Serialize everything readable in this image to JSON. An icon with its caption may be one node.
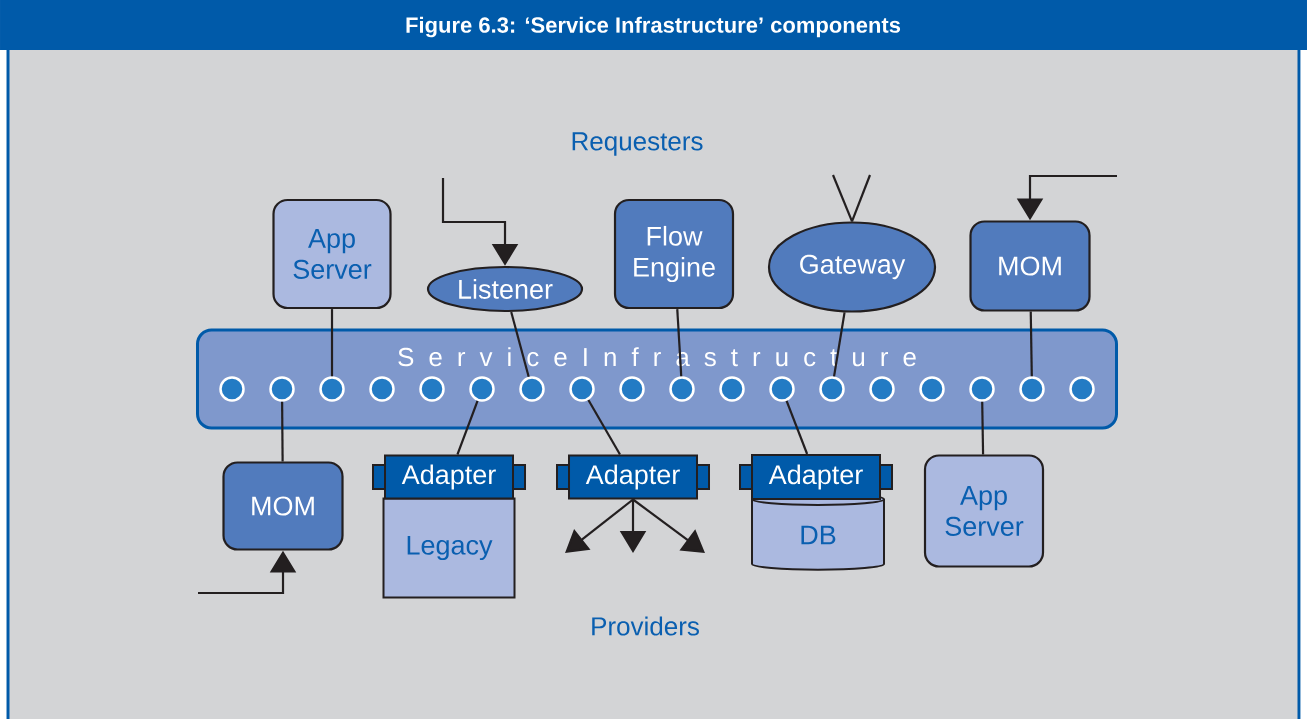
{
  "diagram": {
    "title": "Figure 6.3:  ‘Service Infrastructure’ components",
    "nodes": [
      {
        "text": [
          "S e r v i c e I n f r a s t r u c t u r e"
        ]
      },
      {
        "text": [],
        "shape": "circle",
        "in": 0
      },
      {
        "text": [],
        "shape": "circle",
        "in": 0
      },
      {
        "text": [],
        "shape": "circle",
        "in": 0
      },
      {
        "text": [],
        "shape": "circle",
        "in": 0
      },
      {
        "text": [],
        "shape": "circle",
        "in": 0
      },
      {
        "text": [],
        "shape": "circle",
        "in": 0
      },
      {
        "text": [],
        "shape": "circle",
        "in": 0
      },
      {
        "text": [],
        "shape": "circle",
        "in": 0
      },
      {
        "text": [],
        "shape": "circle",
        "in": 0
      },
      {
        "text": [],
        "shape": "circle",
        "in": 0
      },
      {
        "text": [],
        "shape": "circle",
        "in": 0
      },
      {
        "text": [],
        "shape": "circle",
        "in": 0
      },
      {
        "text": [],
        "shape": "circle",
        "in": 0
      },
      {
        "text": [],
        "shape": "circle",
        "in": 0
      },
      {
        "text": [],
        "shape": "circle",
        "in": 0
      },
      {
        "text": [],
        "shape": "circle",
        "in": 0
      },
      {
        "text": [],
        "shape": "circle",
        "in": 0
      },
      {
        "text": [],
        "shape": "circle",
        "in": 0
      },
      {
        "text": [
          "App Server"
        ]
      },
      {
        "text": [
          "Listener"
        ]
      },
      {
        "text": [
          "Flow Engine"
        ]
      },
      {
        "text": [
          "Gateway"
        ]
      },
      {
        "text": [
          "MOM"
        ]
      },
      {
        "text": [
          "MOM"
        ]
      },
      {
        "text": [
          "Adapter"
        ]
      },
      {
        "text": [
          "Legacy"
        ]
      },
      {
        "text": [
          "Adapter"
        ]
      },
      {
        "text": [
          "Adapter"
        ]
      },
      {
        "text": [
          "DB"
        ]
      },
      {
        "text": [
          "App Server"
        ]
      }
    ],
    "edges": [
      {
        "from": 19,
        "to": 3,
        "arrow": "none"
      },
      {
        "from": 20,
        "to": 7,
        "arrow": "none"
      },
      {
        "from": 21,
        "to": 10,
        "arrow": "none"
      },
      {
        "from": 22,
        "to": 13,
        "arrow": "none"
      },
      {
        "from": 23,
        "to": 17,
        "arrow": "none"
      },
      {
        "from": 2,
        "to": 24,
        "arrow": "none"
      },
      {
        "from": 6,
        "to": 25,
        "arrow": "none"
      },
      {
        "from": 8,
        "to": 27,
        "arrow": "none"
      },
      {
        "from": 12,
        "to": 28,
        "arrow": "none"
      },
      {
        "from": 16,
        "to": 30,
        "arrow": "none"
      },
      {
        "from": null,
        "to": 20,
        "arrow": "to"
      },
      {
        "from": null,
        "to": 23,
        "arrow": "to"
      },
      {
        "from": null,
        "to": 24,
        "arrow": "to"
      },
      {
        "from": null,
        "to": 22,
        "arrow": "none"
      },
      {
        "from": null,
        "to": 22,
        "arrow": "none"
      },
      {
        "from": 27,
        "to": null,
        "arrow": "to"
      },
      {
        "from": 27,
        "to": null,
        "arrow": "to"
      },
      {
        "from": 27,
        "to": null,
        "arrow": "to"
      }
    ],
    "labels": [
      "Requesters",
      "Providers"
    ]
  }
}
